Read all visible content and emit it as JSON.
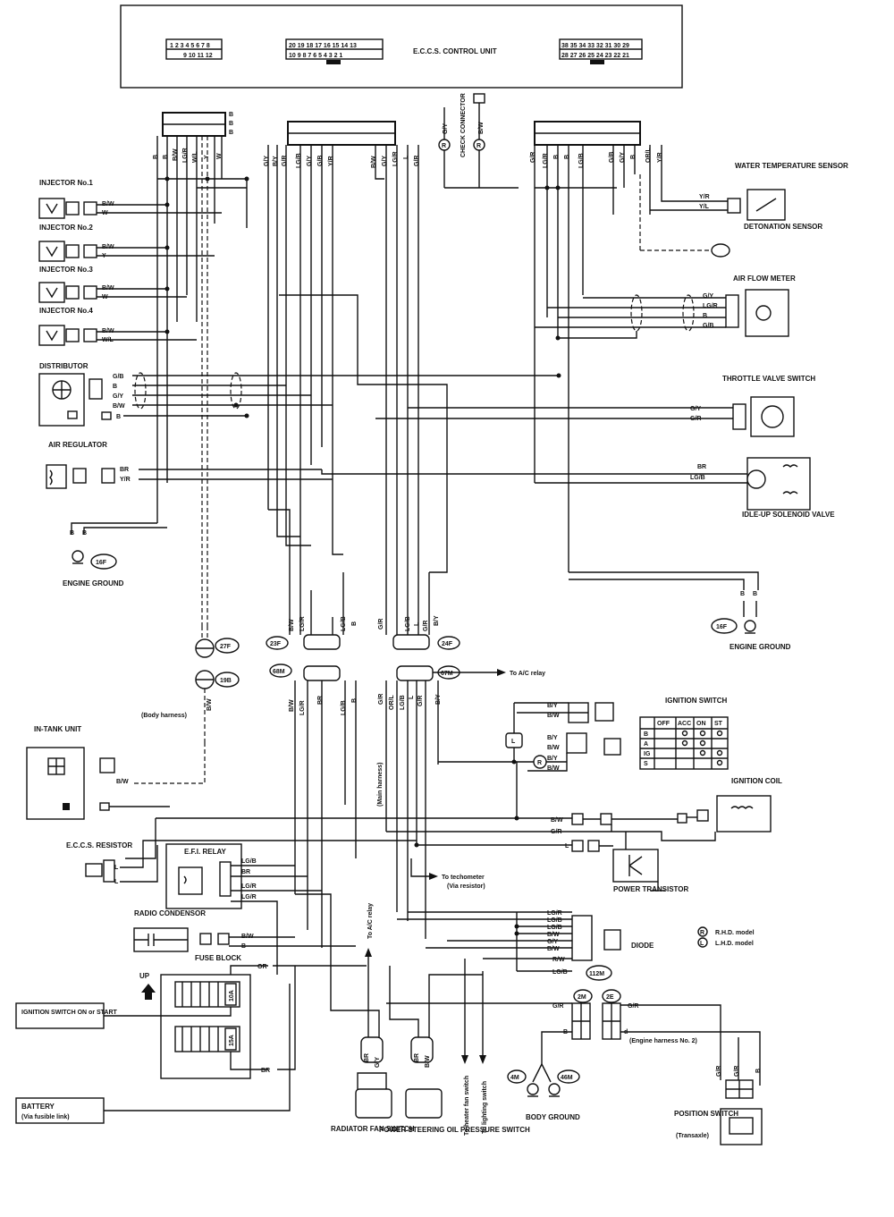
{
  "ecu": {
    "title": "E.C.C.S. CONTROL UNIT",
    "conn_left_top": "1 2 3 4 5 6 7 8",
    "conn_left_bot": "9 10 11 12",
    "conn_mid_top": "20 19 18 17 16 15 14 13",
    "conn_mid_bot": "10 9 8 7 6 5 4 3 2 1",
    "conn_right_top": "38 35 34 33 32 31 30 29",
    "conn_right_bot": "28 27 26 25 24 23 22 21"
  },
  "components": {
    "injector1": "INJECTOR No.1",
    "injector2": "INJECTOR No.2",
    "injector3": "INJECTOR No.3",
    "injector4": "INJECTOR No.4",
    "distributor": "DISTRIBUTOR",
    "air_regulator": "AIR REGULATOR",
    "engine_ground": "ENGINE GROUND",
    "water_temp": "WATER TEMPERATURE SENSOR",
    "detonation": "DETONATION SENSOR",
    "air_flow": "AIR FLOW METER",
    "throttle": "THROTTLE VALVE SWITCH",
    "idle_up": "IDLE-UP SOLENOID VALVE",
    "check_connector": "CHECK CONNECTOR",
    "in_tank": "IN-TANK UNIT",
    "eccs_resistor": "E.C.C.S. RESISTOR",
    "efi_relay": "E.F.I. RELAY",
    "radio_condensor": "RADIO CONDENSOR",
    "fuse_block": "FUSE BLOCK",
    "ignition_switch_on": "IGNITION SWITCH ON or START",
    "battery": "BATTERY",
    "battery_sub": "(Via fusible link)",
    "radiator_fan": "RADIATOR FAN SWITCH",
    "ps_oil": "POWER STEERING OIL PRESSURE SWITCH",
    "body_ground": "BODY GROUND",
    "position_switch": "POSITION SWITCH",
    "position_sub": "(Transaxle)",
    "ignition_switch": "IGNITION SWITCH",
    "ignition_coil": "IGNITION COIL",
    "power_transistor": "POWER TRANSISTOR",
    "diode": "DIODE"
  },
  "notes": {
    "to_ac_relay": "To A/C relay",
    "to_ac_relay_v": "To A/C relay",
    "to_tachometer": "To techometer",
    "via_resistor": "(Via resistor)",
    "body_harness": "(Body harness)",
    "main_harness": "(Main harness)",
    "engine_harness2": "(Engine harness No. 2)",
    "to_heater_fan": "To heater fan switch",
    "to_lighting": "To lighting switch",
    "up": "UP",
    "rhd": "R.H.D. model",
    "lhd": "L.H.D. model",
    "fuse_10a": "10A",
    "fuse_15a": "15A"
  },
  "connectors": {
    "c16f": "16F",
    "c27f": "27F",
    "c19b": "19B",
    "c23f": "23F",
    "c24f": "24F",
    "c68m": "68M",
    "c67m": "67M",
    "c112m": "112M",
    "c2m": "2M",
    "c2e": "2E",
    "c4m": "4M",
    "c46m": "46M"
  },
  "ign_table": {
    "head": [
      "OFF",
      "ACC",
      "ON",
      "ST"
    ],
    "rows": [
      "B",
      "A",
      "IG",
      "S"
    ]
  },
  "wires": {
    "b": "B",
    "bw": "B/W",
    "w": "W",
    "y": "Y",
    "wl": "W/L",
    "lgr": "LG/R",
    "gb": "G/B",
    "gy": "G/Y",
    "br": "BR",
    "yr": "Y/R",
    "yl": "Y/L",
    "gr": "G/R",
    "lgb": "LG/B",
    "l": "L",
    "orl": "OR/L",
    "by": "B/Y",
    "rw": "R/W",
    "or": "OR",
    "d": "d",
    "r": "R"
  }
}
